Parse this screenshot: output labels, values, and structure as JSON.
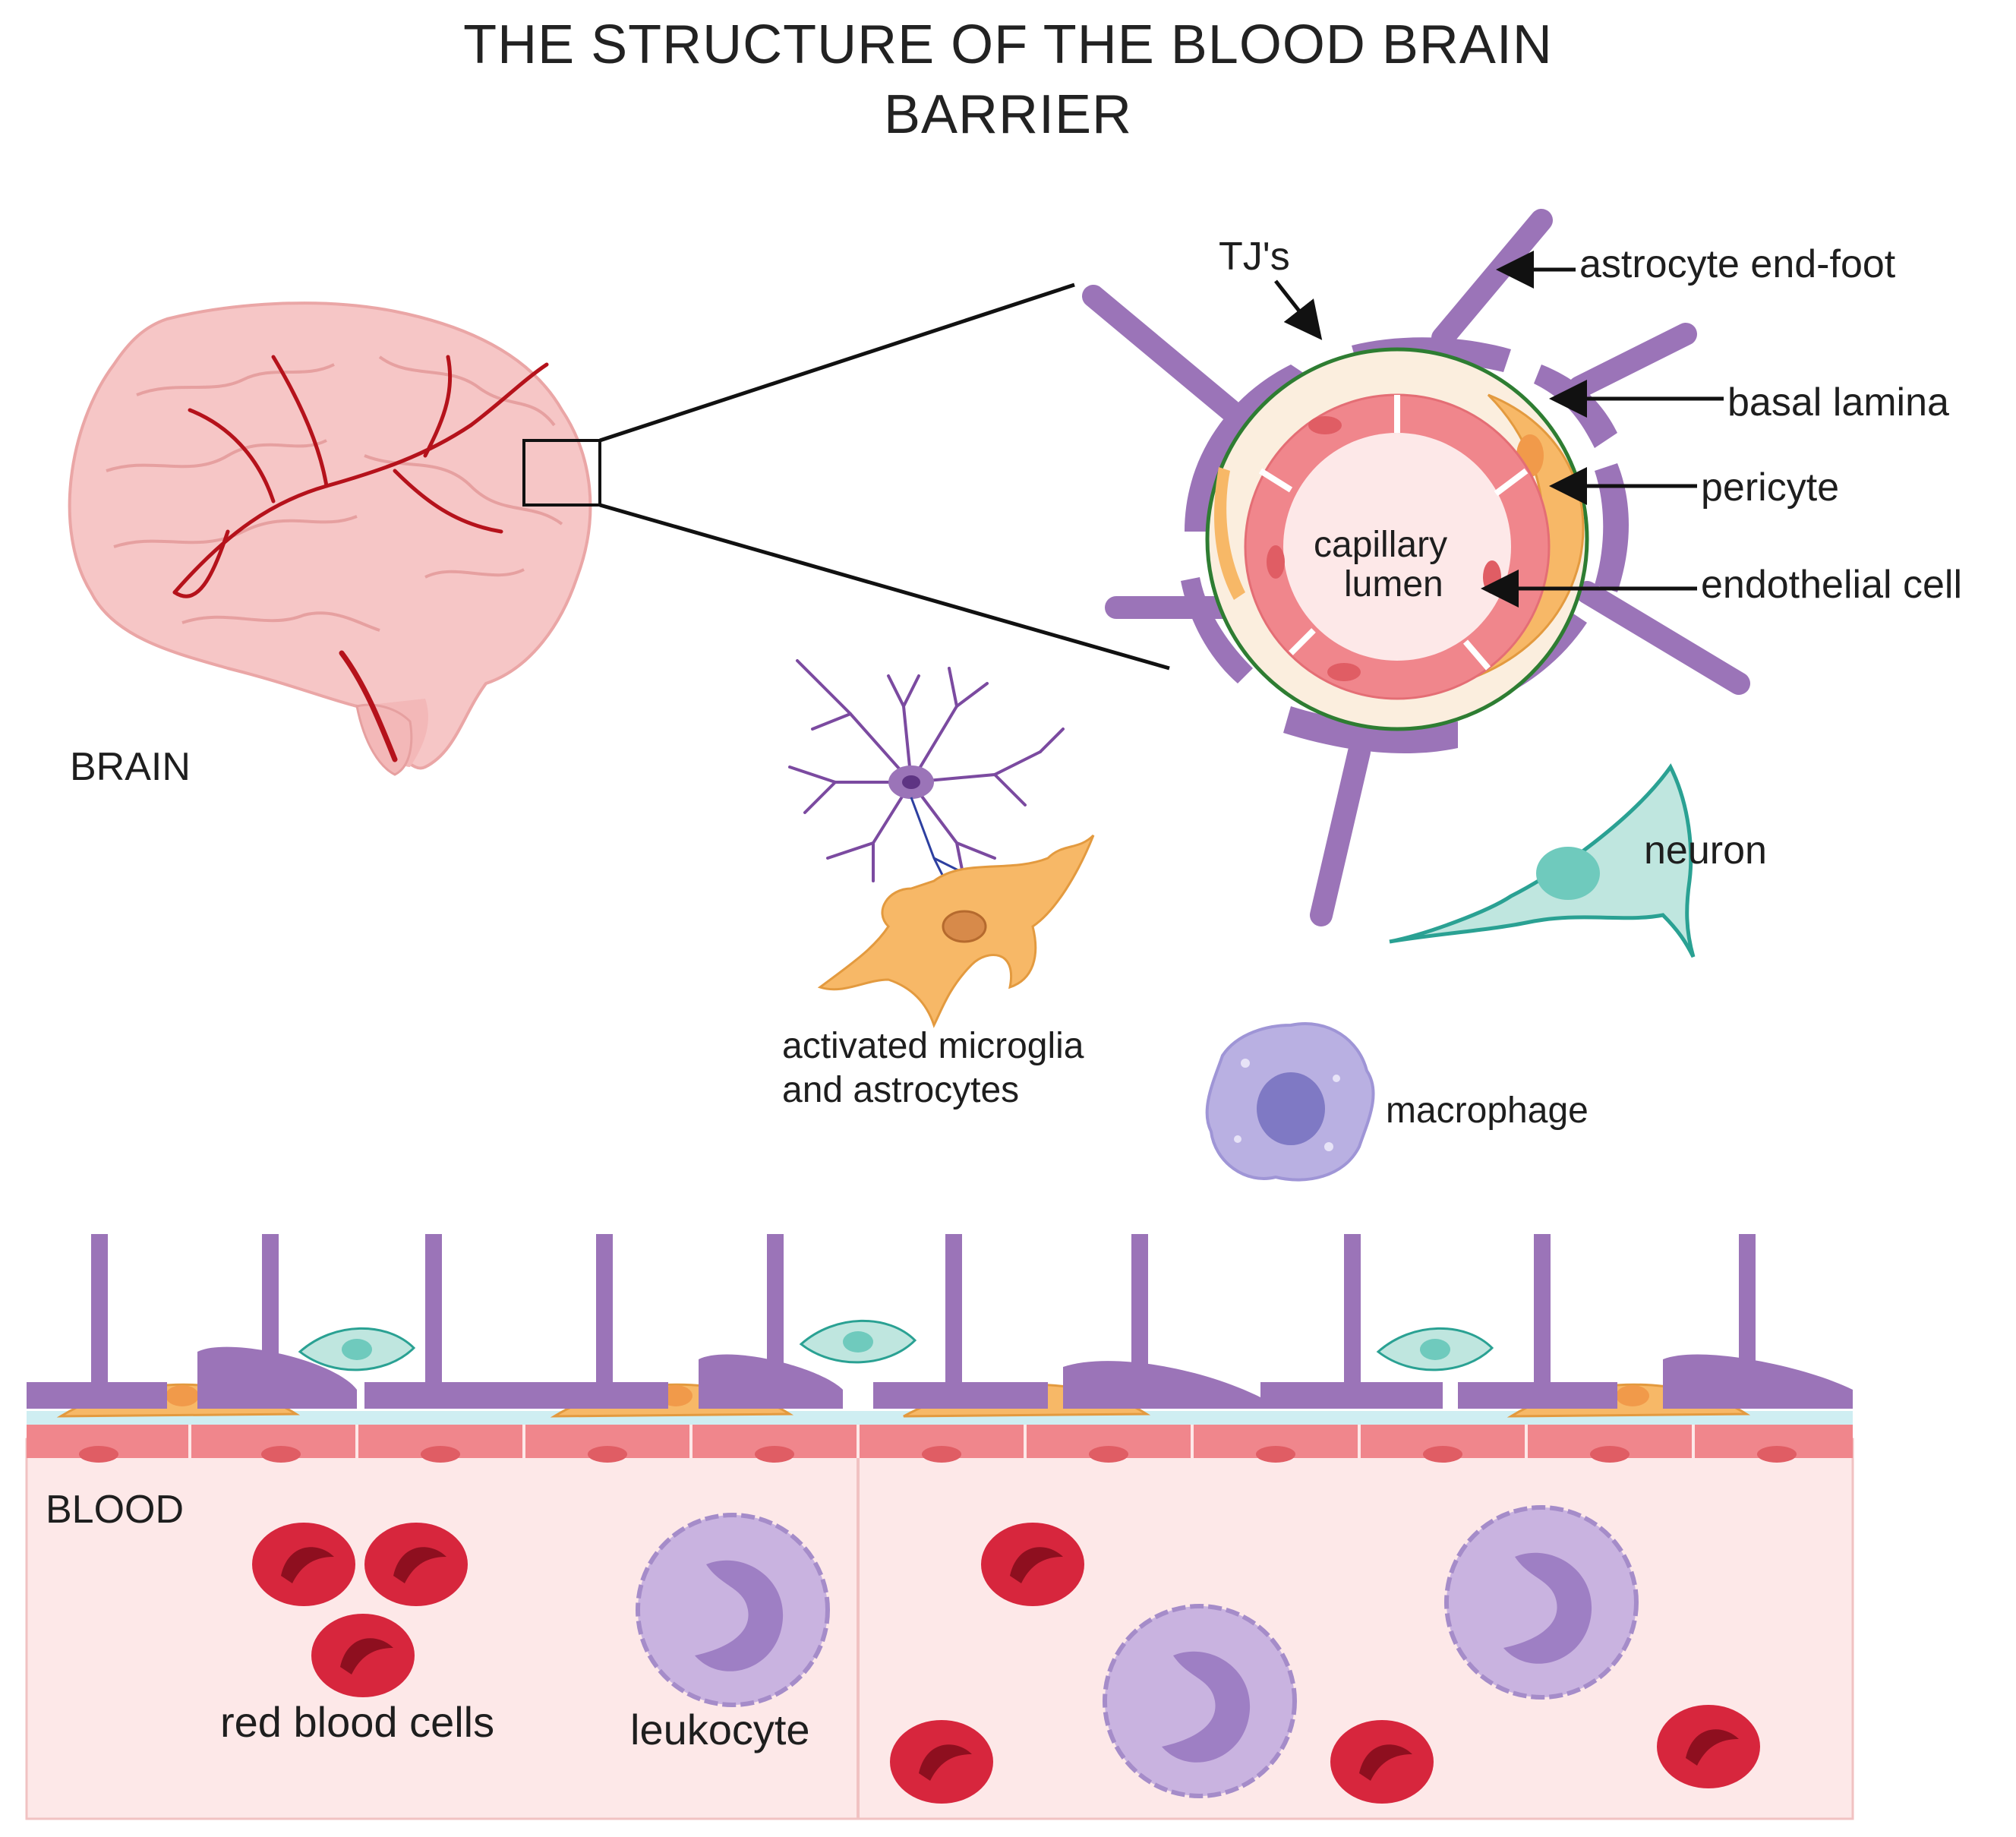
{
  "title": {
    "line1": "THE STRUCTURE OF THE BLOOD BRAIN",
    "line2": "BARRIER"
  },
  "labels": {
    "brain": "BRAIN",
    "tjs": "TJ's",
    "astrocyte_end_foot": "astrocyte end-foot",
    "basal_lamina": "basal lamina",
    "pericyte": "pericyte",
    "endothelial_cell": "endothelial cell",
    "capillary_lumen_1": "capillary",
    "capillary_lumen_2": "lumen",
    "neuron": "neuron",
    "microglia_1": "activated microglia",
    "microglia_2": "and astrocytes",
    "macrophage": "macrophage",
    "blood": "BLOOD",
    "red_blood_cells": "red blood cells",
    "leukocyte": "leukocyte"
  },
  "colors": {
    "astrocyte": "#9b74b8",
    "pericyte": "#f7b867",
    "endothelial": "#f0868c",
    "blood_plasma": "#fde8e8",
    "rbc": "#d7263d",
    "leukocyte": "#c9b3e0",
    "neuron": "#bfe6df",
    "macrophage": "#b9b0e2",
    "brain": "#f6c6c6",
    "vessel": "#b5121b",
    "basal_lamina": "#2e7d32"
  }
}
